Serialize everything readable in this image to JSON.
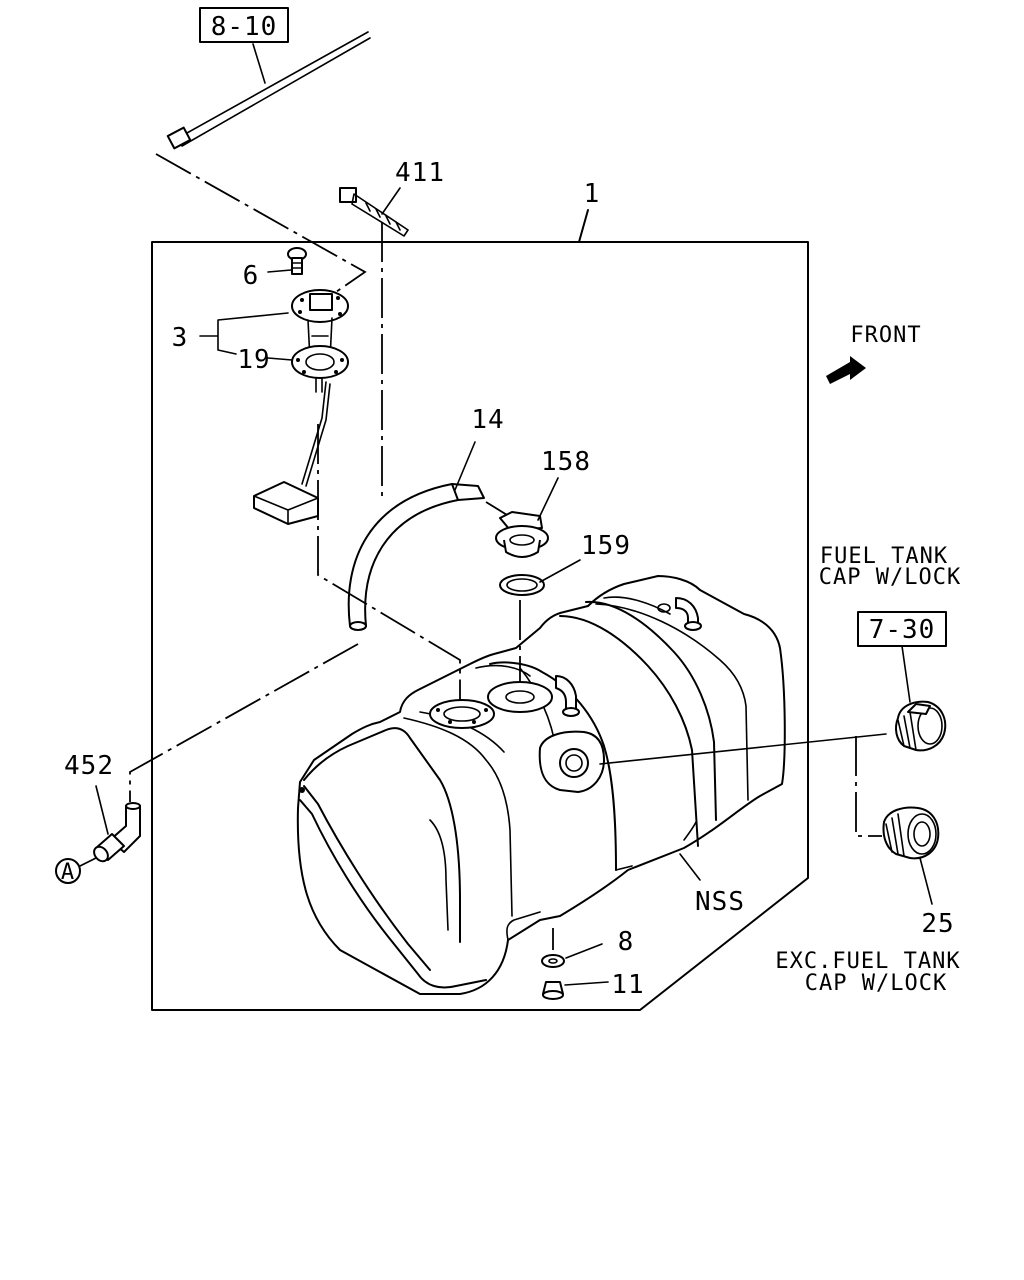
{
  "labels": {
    "ref_8_10": "8-10",
    "ref_7_30": "7-30",
    "p411": "411",
    "p1": "1",
    "p6": "6",
    "p3": "3",
    "p19": "19",
    "p14": "14",
    "p158": "158",
    "p159": "159",
    "p452": "452",
    "circle_a": "A",
    "nss": "NSS",
    "p8": "8",
    "p11": "11",
    "p25": "25",
    "front": "FRONT"
  },
  "notes": {
    "cap_lock_line1": "FUEL TANK",
    "cap_lock_line2": "CAP W/LOCK",
    "exc_line1": "EXC.FUEL TANK",
    "exc_line2": "CAP W/LOCK"
  }
}
